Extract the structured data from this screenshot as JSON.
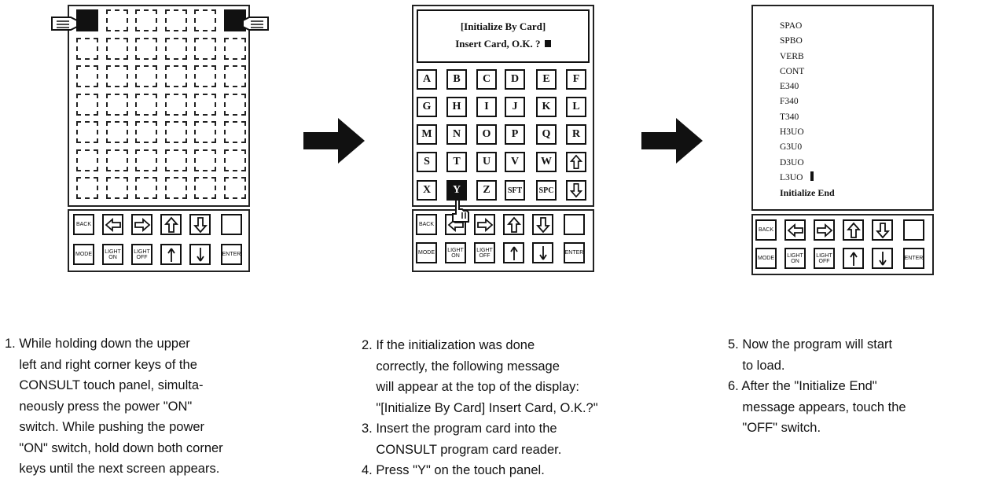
{
  "fkeys_top": [
    "BACK",
    "left-arrow",
    "right-arrow",
    "up-arrow",
    "down-arrow",
    ""
  ],
  "fkeys_bottom": [
    "MODE",
    "LIGHT ON",
    "LIGHT OFF",
    "up-line-arrow",
    "down-line-arrow",
    "ENTER"
  ],
  "panel2": {
    "display_line1": "[Initialize By Card]",
    "display_line2": "Insert Card, O.K. ?",
    "keys": [
      "A",
      "B",
      "C",
      "D",
      "E",
      "F",
      "G",
      "H",
      "I",
      "J",
      "K",
      "L",
      "M",
      "N",
      "O",
      "P",
      "Q",
      "R",
      "S",
      "T",
      "U",
      "V",
      "W",
      "up-arrow",
      "X",
      "Y",
      "Z",
      "SFT",
      "SPC",
      "down-arrow"
    ],
    "highlighted_key": "Y"
  },
  "panel3": {
    "list": [
      "SPAO",
      "SPBO",
      "VERB",
      "CONT",
      "E340",
      "F340",
      "T340",
      "H3UO",
      "G3U0",
      "D3UO",
      "L3UO"
    ],
    "final_line": "Initialize End"
  },
  "steps": {
    "col1": [
      "1. While holding down the upper",
      "    left and right corner keys of the",
      "    CONSULT touch panel, simulta-",
      "    neously press the power \"ON\"",
      "    switch. While pushing the power",
      "    \"ON\" switch, hold down both corner",
      "    keys until the next screen appears."
    ],
    "col2": [
      "2. If the initialization was done",
      "    correctly, the following message",
      "    will appear at the top of the display:",
      "    \"[Initialize By Card] Insert Card, O.K.?\"",
      "3. Insert the program card into the",
      "    CONSULT program card reader.",
      "4. Press \"Y\" on the touch panel."
    ],
    "col3": [
      "5. Now the program will start",
      "    to load.",
      "6. After the \"Initialize End\"",
      "    message appears, touch the",
      "    \"OFF\" switch."
    ]
  }
}
